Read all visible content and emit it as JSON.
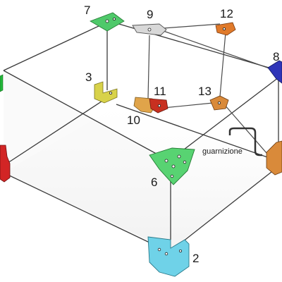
{
  "labels": {
    "l2": "2",
    "l3": "3",
    "l6": "6",
    "l7": "7",
    "l8": "8",
    "l9": "9",
    "l10": "10",
    "l11": "11",
    "l12": "12",
    "l13": "13",
    "gasket": "guarnizione"
  },
  "colors": {
    "green": "#4fc96a",
    "light_green": "#58d372",
    "yellow": "#d8d24a",
    "blue": "#2f35b8",
    "orange": "#e07a2a",
    "red": "#d22525",
    "cyan": "#6fd2e8",
    "silver": "#d8d8d8",
    "brown": "#d98a3a",
    "bright_green": "#22b83a"
  }
}
